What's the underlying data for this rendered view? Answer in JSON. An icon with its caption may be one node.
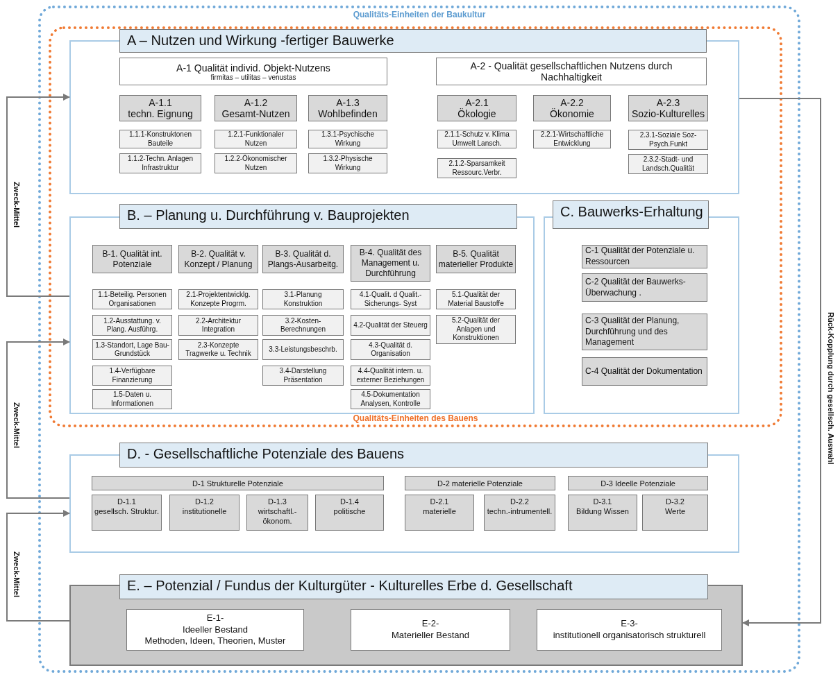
{
  "diagram": {
    "nodes": [
      {
        "text": [
          "Qualitäts-Einheiten der Baukultur"
        ]
      },
      {
        "text": [
          "Qualitäts-Einheiten des Bauens"
        ],
        "in": 0
      },
      {
        "text": [
          "A – Nutzen und Wirkung -fertiger Bauwerke"
        ],
        "in": 1
      },
      {
        "text": [
          "A-1 Qualität individ. Objekt-Nutzens",
          "firmitas – utilitas – venustas"
        ],
        "in": 2
      },
      {
        "text": [
          "A-2 - Qualität gesellschaftlichen Nutzens durch Nachhaltigkeit"
        ],
        "in": 2
      },
      {
        "text": [
          "A-1.1",
          "techn. Eignung"
        ],
        "in": 2
      },
      {
        "text": [
          "1.1.1-Konstruktonen Bauteile"
        ],
        "in": 2
      },
      {
        "text": [
          "1.1.2-Techn. Anlagen Infrastruktur"
        ],
        "in": 2
      },
      {
        "text": [
          "A-1.2",
          "Gesamt-Nutzen"
        ],
        "in": 2
      },
      {
        "text": [
          "1.2.1-Funktionaler Nutzen"
        ],
        "in": 2
      },
      {
        "text": [
          "1.2.2-Ökonomischer Nutzen"
        ],
        "in": 2
      },
      {
        "text": [
          "A-1.3",
          "Wohlbefinden"
        ],
        "in": 2
      },
      {
        "text": [
          "1.3.1-Psychische Wirkung"
        ],
        "in": 2
      },
      {
        "text": [
          "1.3.2-Physische Wirkung"
        ],
        "in": 2
      },
      {
        "text": [
          "A-2.1",
          "Ökologie"
        ],
        "in": 2
      },
      {
        "text": [
          "2.1.1-Schutz v. Klima Umwelt Lansch."
        ],
        "in": 2
      },
      {
        "text": [
          "2.1.2-Sparsamkeit Ressourc.Verbr."
        ],
        "in": 2
      },
      {
        "text": [
          "A-2.2",
          "Ökonomie"
        ],
        "in": 2
      },
      {
        "text": [
          "2.2.1-Wirtschaftliche Entwicklung"
        ],
        "in": 2
      },
      {
        "text": [
          "A-2.3",
          "Sozio-Kulturelles"
        ],
        "in": 2
      },
      {
        "text": [
          "2.3.1-Soziale Soz-Psych.Funkt"
        ],
        "in": 2
      },
      {
        "text": [
          "2.3.2-Stadt- und Landsch.Qualität"
        ],
        "in": 2
      },
      {
        "text": [
          "B. – Planung u. Durchführung v. Bauprojekten"
        ],
        "in": 1
      },
      {
        "text": [
          "B-1. Qualität int. Potenziale"
        ],
        "in": 22
      },
      {
        "text": [
          "1.1-Beteilig. Personen Organisationen"
        ],
        "in": 22
      },
      {
        "text": [
          "1.2-Ausstattung. v. Plang. Ausführg."
        ],
        "in": 22
      },
      {
        "text": [
          "1.3-Standort, Lage Bau-Grundstück"
        ],
        "in": 22
      },
      {
        "text": [
          "1.4-Verfügbare Finanzierung"
        ],
        "in": 22
      },
      {
        "text": [
          "1.5-Daten u. Informationen"
        ],
        "in": 22
      },
      {
        "text": [
          "B-2. Qualität v. Konzept / Planung"
        ],
        "in": 22
      },
      {
        "text": [
          "2.1-Projektentwicklg. Konzepte Progrm."
        ],
        "in": 22
      },
      {
        "text": [
          "2.2-Architektur Integration"
        ],
        "in": 22
      },
      {
        "text": [
          "2.3-Konzepte Tragwerke u. Technik"
        ],
        "in": 22
      },
      {
        "text": [
          "B-3. Qualität d. Plangs-Ausarbeitg."
        ],
        "in": 22
      },
      {
        "text": [
          "3.1-Planung Konstruktion"
        ],
        "in": 22
      },
      {
        "text": [
          "3.2-Kosten-Berechnungen"
        ],
        "in": 22
      },
      {
        "text": [
          "3.3-Leistungsbeschrb."
        ],
        "in": 22
      },
      {
        "text": [
          "3.4-Darstellung Präsentation"
        ],
        "in": 22
      },
      {
        "text": [
          "B-4. Qualität des Management u. Durchführung"
        ],
        "in": 22
      },
      {
        "text": [
          "4.1-Qualit. d Qualit.-Sicherungs- Syst"
        ],
        "in": 22
      },
      {
        "text": [
          "4.2-Qualität der Steuerg"
        ],
        "in": 22
      },
      {
        "text": [
          "4.3-Qualität d. Organisation"
        ],
        "in": 22
      },
      {
        "text": [
          "4.4-Qualität intern. u. externer Beziehungen"
        ],
        "in": 22
      },
      {
        "text": [
          "4.5-Dokumentation Analysen, Kontrolle"
        ],
        "in": 22
      },
      {
        "text": [
          "B-5. Qualität materieller Produkte"
        ],
        "in": 22
      },
      {
        "text": [
          "5.1-Qualität der Material Baustoffe"
        ],
        "in": 22
      },
      {
        "text": [
          "5.2-Qualität der Anlagen und Konstruktionen"
        ],
        "in": 22
      },
      {
        "text": [
          "C. Bauwerks-Erhaltung"
        ],
        "in": 1
      },
      {
        "text": [
          "C-1 Qualität der Potenziale u. Ressourcen"
        ],
        "in": 47
      },
      {
        "text": [
          "C-2 Qualität der Bauwerks-Überwachung ."
        ],
        "in": 47
      },
      {
        "text": [
          "C-3 Qualität der Planung, Durchführung und des Management"
        ],
        "in": 47
      },
      {
        "text": [
          "C-4 Qualität der Dokumentation"
        ],
        "in": 47
      },
      {
        "text": [
          "D. - Gesellschaftliche Potenziale des Bauens"
        ],
        "in": 0
      },
      {
        "text": [
          "D-1 Strukturelle Potenziale"
        ],
        "in": 52
      },
      {
        "text": [
          "D-1.1",
          "gesellsch. Struktur."
        ],
        "in": 52
      },
      {
        "text": [
          "D-1.2",
          "institutionelle"
        ],
        "in": 52
      },
      {
        "text": [
          "D-1.3",
          "wirtschaftl.-ökonom."
        ],
        "in": 52
      },
      {
        "text": [
          "D-1.4",
          "politische"
        ],
        "in": 52
      },
      {
        "text": [
          "D-2 materielle Potenziale"
        ],
        "in": 52
      },
      {
        "text": [
          "D-2.1",
          "materielle"
        ],
        "in": 52
      },
      {
        "text": [
          "D-2.2",
          "techn.-intrumentell."
        ],
        "in": 52
      },
      {
        "text": [
          "D-3 Ideelle Potenziale"
        ],
        "in": 52
      },
      {
        "text": [
          "D-3.1",
          "Bildung Wissen"
        ],
        "in": 52
      },
      {
        "text": [
          "D-3.2",
          "Werte"
        ],
        "in": 52
      },
      {
        "text": [
          "E. – Potenzial / Fundus der Kulturgüter - Kulturelles Erbe d. Gesellschaft"
        ],
        "in": 0
      },
      {
        "text": [
          "E-1-",
          "Ideeller Bestand",
          "Methoden, Ideen, Theorien, Muster"
        ],
        "in": 64
      },
      {
        "text": [
          "E-2-",
          "Materieller  Bestand"
        ],
        "in": 64
      },
      {
        "text": [
          "E-3-",
          "institutionell organisatorisch strukturell"
        ],
        "in": 64
      }
    ],
    "edges": [
      {
        "from": 22,
        "to": 2,
        "arrow": "to",
        "label": "Zweck-Mittel"
      },
      {
        "from": 52,
        "to": 22,
        "arrow": "to",
        "label": "Zweck-Mittel"
      },
      {
        "from": 64,
        "to": 52,
        "arrow": "to",
        "label": "Zweck-Mittel"
      },
      {
        "from": 2,
        "to": 64,
        "arrow": "to",
        "label": "Rück-Kopplung durch gesellsch. Auswahl"
      }
    ]
  }
}
